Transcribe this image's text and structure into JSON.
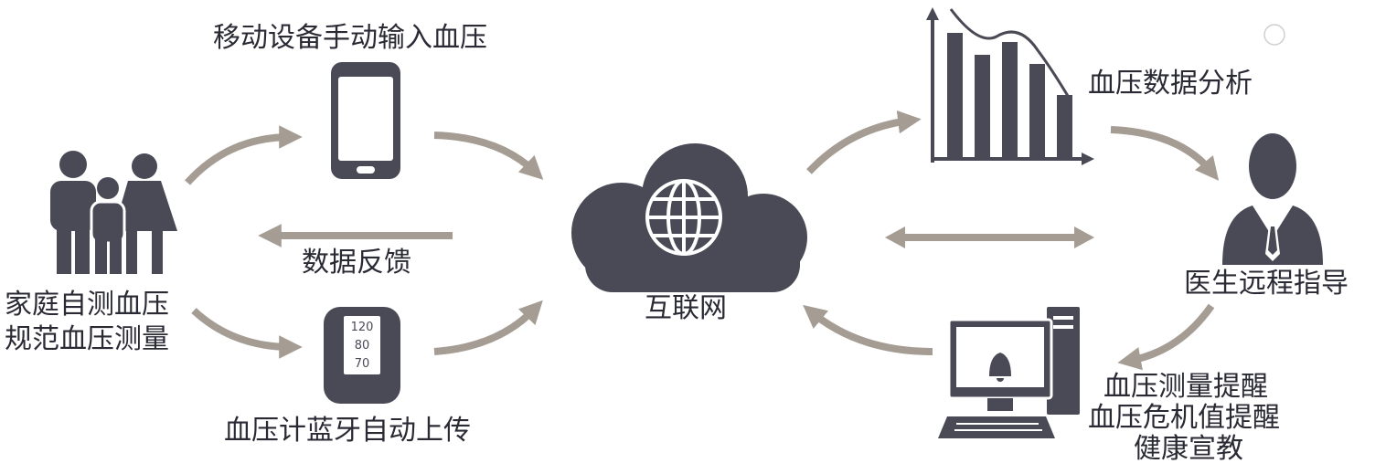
{
  "title": "家庭血压远程监测流程",
  "colors": {
    "icon": "#4a4a56",
    "arrow": "#a59c94",
    "text": "#2a2a35"
  },
  "nodes": {
    "family": {
      "lines": [
        "家庭自测血压",
        "规范血压测量"
      ]
    },
    "phone": {
      "label": "移动设备手动输入血压"
    },
    "feedback": {
      "label": "数据反馈"
    },
    "monitor": {
      "label": "血压计蓝牙自动上传",
      "readings": [
        "120",
        "80",
        "70"
      ]
    },
    "cloud": {
      "label": "互联网"
    },
    "analysis": {
      "label": "血压数据分析"
    },
    "doctor": {
      "label": "医生远程指导"
    },
    "computer": {
      "lines": [
        "血压测量提醒",
        "血压危机值提醒",
        "健康宣教"
      ]
    }
  }
}
